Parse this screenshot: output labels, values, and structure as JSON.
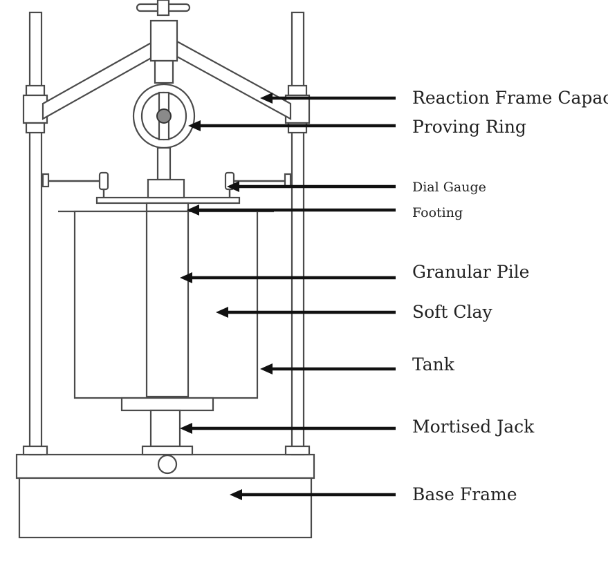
{
  "labels": {
    "reaction_frame_capacity": "Reaction Frame Capacity",
    "proving_ring": "Proving Ring",
    "dial_gauge": "Dial Gauge",
    "footing": "Footing",
    "granular_pile": "Granular Pile",
    "soft_clay": "Soft Clay",
    "tank": "Tank",
    "mortised_jack": "Mortised Jack",
    "base_frame": "Base Frame"
  },
  "colors": {
    "line": "#4a4a4a",
    "arrow": "#111111",
    "background": "#ffffff"
  }
}
